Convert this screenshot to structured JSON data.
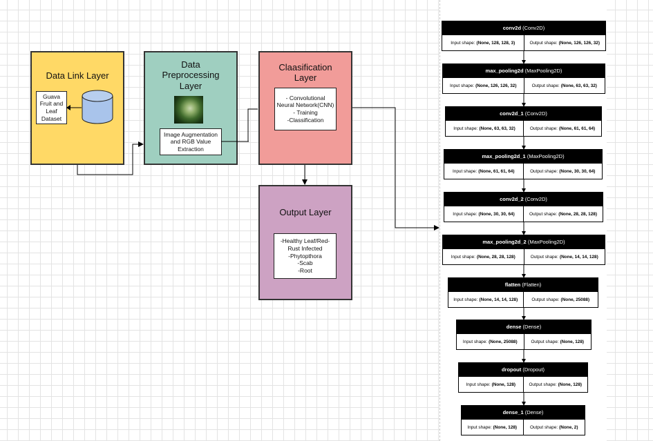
{
  "pipeline": {
    "data_link": {
      "title": "Data Link Layer",
      "dataset_label": "Guava Fruit and Leaf Dataset",
      "color": "#ffd966"
    },
    "preprocessing": {
      "title": "Data Preprocessing Layer",
      "step_label": "Image Augmentation and RGB Value Extraction",
      "color": "#9fcfc0"
    },
    "classification": {
      "title": "Claasification Layer",
      "lines": [
        "- Convolutional Neural Network(CNN)",
        "- Training",
        "-Classification"
      ],
      "color": "#f19c99"
    },
    "output": {
      "title": "Output Layer",
      "lines": [
        "-Healthy Leaf/Red-Rust Infected",
        "-Phytopthora",
        "-Scab",
        "-Root"
      ],
      "color": "#cda2c3"
    }
  },
  "model_layers": [
    {
      "name": "conv2d",
      "type": "(Conv2D)",
      "input_label": "Input shape:",
      "input": "(None, 128, 128, 3)",
      "output_label": "Output shape:",
      "output": "(None, 126, 126, 32)"
    },
    {
      "name": "max_pooling2d",
      "type": "(MaxPooling2D)",
      "input_label": "Input shape:",
      "input": "(None, 126, 126, 32)",
      "output_label": "Output shape:",
      "output": "(None, 63, 63, 32)"
    },
    {
      "name": "conv2d_1",
      "type": "(Conv2D)",
      "input_label": "Input shape:",
      "input": "(None, 63, 63, 32)",
      "output_label": "Output shape:",
      "output": "(None, 61, 61, 64)"
    },
    {
      "name": "max_pooling2d_1",
      "type": "(MaxPooling2D)",
      "input_label": "Input shape:",
      "input": "(None, 61, 61, 64)",
      "output_label": "Output shape:",
      "output": "(None, 30, 30, 64)"
    },
    {
      "name": "conv2d_2",
      "type": "(Conv2D)",
      "input_label": "Input shape:",
      "input": "(None, 30, 30, 64)",
      "output_label": "Output shape:",
      "output": "(None, 28, 28, 128)"
    },
    {
      "name": "max_pooling2d_2",
      "type": "(MaxPooling2D)",
      "input_label": "Input shape:",
      "input": "(None, 28, 28, 128)",
      "output_label": "Output shape:",
      "output": "(None, 14, 14, 128)"
    },
    {
      "name": "flatten",
      "type": "(Flatten)",
      "input_label": "Input shape:",
      "input": "(None, 14, 14, 128)",
      "output_label": "Output shape:",
      "output": "(None, 25088)"
    },
    {
      "name": "dense",
      "type": "(Dense)",
      "input_label": "Input shape:",
      "input": "(None, 25088)",
      "output_label": "Output shape:",
      "output": "(None, 128)"
    },
    {
      "name": "dropout",
      "type": "(Dropout)",
      "input_label": "Input shape:",
      "input": "(None, 128)",
      "output_label": "Output shape:",
      "output": "(None, 128)"
    },
    {
      "name": "dense_1",
      "type": "(Dense)",
      "input_label": "Input shape:",
      "input": "(None, 128)",
      "output_label": "Output shape:",
      "output": "(None, 2)"
    }
  ]
}
